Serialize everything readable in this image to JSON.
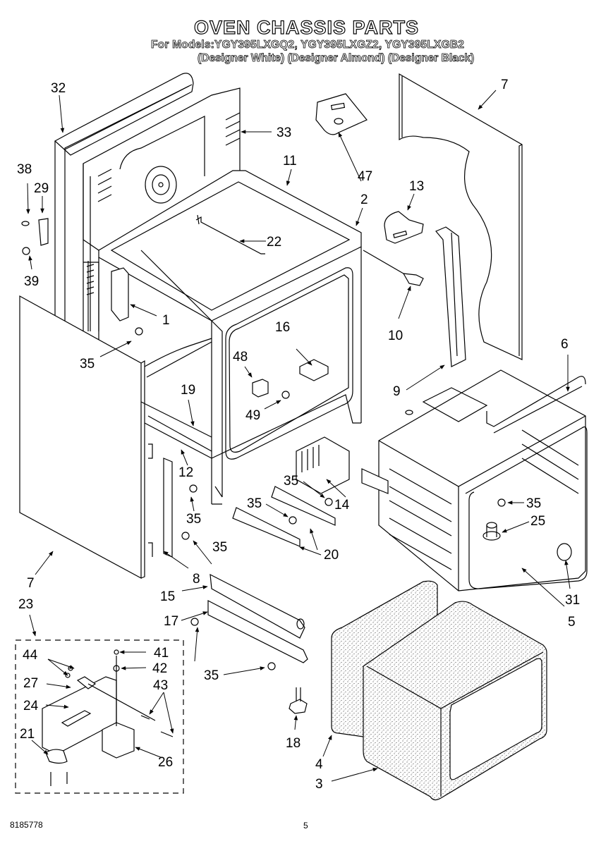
{
  "header": {
    "title": "OVEN CHASSIS PARTS",
    "models_line": "For Models:YGY395LXGQ2, YGY395LXGZ2, YGY395LXGB2",
    "variants_line": "(Designer White) (Designer Almond) (Designer Black)"
  },
  "callouts": {
    "c32": "32",
    "c33": "33",
    "c11": "11",
    "c47": "47",
    "c7top": "7",
    "c2": "2",
    "c13": "13",
    "c38": "38",
    "c29": "29",
    "c22": "22",
    "c39": "39",
    "c1": "1",
    "c10": "10",
    "c16": "16",
    "c35a": "35",
    "c6": "6",
    "c48": "48",
    "c9": "9",
    "c19": "19",
    "c49": "49",
    "c12": "12",
    "c35b": "35",
    "c35c": "35",
    "c35d": "35",
    "c14": "14",
    "c35e": "35",
    "c25": "25",
    "c35f": "35",
    "c20": "20",
    "c7left": "7",
    "c8": "8",
    "c15": "15",
    "c31": "31",
    "c23": "23",
    "c5": "5",
    "c17": "17",
    "c44": "44",
    "c41": "41",
    "c42": "42",
    "c27": "27",
    "c43": "43",
    "c35g": "35",
    "c24": "24",
    "c18": "18",
    "c21": "21",
    "c26": "26",
    "c4": "4",
    "c3": "3"
  },
  "footer": {
    "doc_number": "8185778",
    "page_number": "5"
  }
}
